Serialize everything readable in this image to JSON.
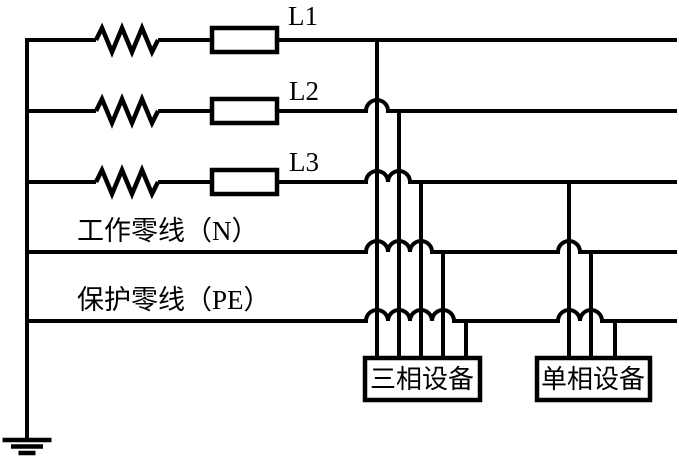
{
  "canvas": {
    "background": "#ffffff",
    "line_color": "#000000"
  },
  "bus_lines": [
    {
      "id": "l1",
      "label": "L1",
      "kind": "phase"
    },
    {
      "id": "l2",
      "label": "L2",
      "kind": "phase"
    },
    {
      "id": "l3",
      "label": "L3",
      "kind": "phase"
    },
    {
      "id": "n",
      "label": "工作零线（N）",
      "kind": "working-neutral"
    },
    {
      "id": "pe",
      "label": "保护零线（PE）",
      "kind": "protective-earth"
    }
  ],
  "equipment": [
    {
      "id": "three-phase",
      "label": "三相设备",
      "connected_to": [
        "L1",
        "L2",
        "L3",
        "N",
        "PE"
      ]
    },
    {
      "id": "single-phase",
      "label": "单相设备",
      "connected_to": [
        "L3",
        "N",
        "PE"
      ]
    }
  ],
  "symbols": {
    "winding": "zigzag-resistor-icon",
    "fuse": "open-rectangle-icon",
    "earth": "ground-icon",
    "wire_crossing": "semicircular-hop"
  }
}
